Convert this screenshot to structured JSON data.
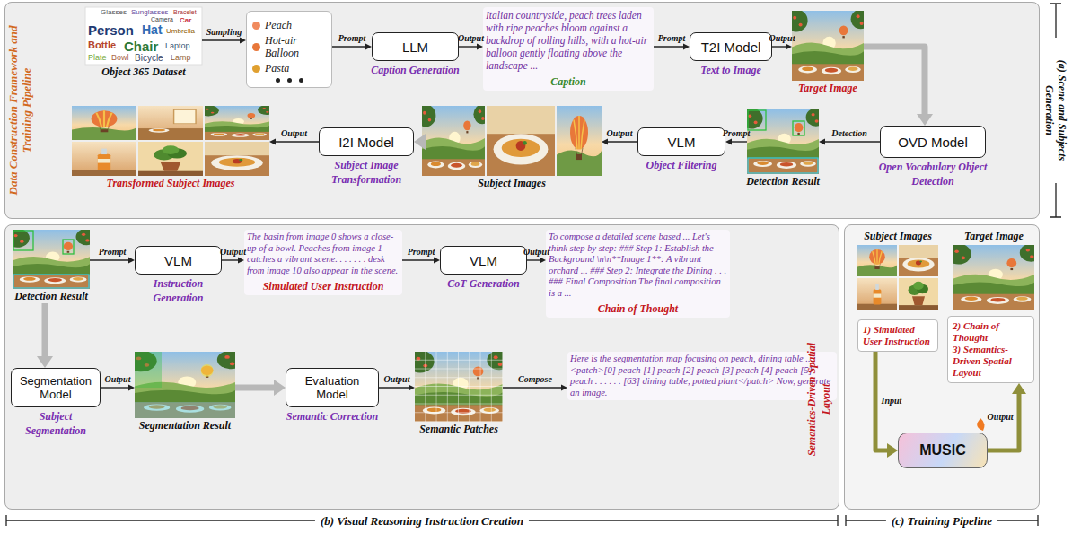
{
  "diagram": {
    "nodes": [
      {
        "text": [
          "(a) Scene and Subjects Generation"
        ]
      },
      {
        "text": [
          "Object 365 Dataset"
        ],
        "in": 0
      },
      {
        "text": [
          "Peach",
          "Hot-air Balloon",
          "Pasta"
        ],
        "in": 0
      },
      {
        "text": [
          "LLM",
          "Caption Generation"
        ],
        "in": 0
      },
      {
        "text": [
          "Italian countryside, peach trees laden with ripe peaches bloom against a backdrop of rolling hills, with a hot-air balloon gently floating above the landscape ...",
          "Caption"
        ],
        "in": 0
      },
      {
        "text": [
          "T2I Model",
          "Text to Image"
        ],
        "in": 0
      },
      {
        "text": [
          "Target Image"
        ],
        "in": 0
      },
      {
        "text": [
          "OVD Model",
          "Open Vocabulary Object Detection"
        ],
        "in": 0
      },
      {
        "text": [
          "Detection Result"
        ],
        "in": 0
      },
      {
        "text": [
          "VLM",
          "Object Filtering"
        ],
        "in": 0
      },
      {
        "text": [
          "Subject Images"
        ],
        "in": 0
      },
      {
        "text": [
          "I2I Model",
          "Subject Image Transformation"
        ],
        "in": 0
      },
      {
        "text": [
          "Transformed Subject Images"
        ],
        "in": 0
      },
      {
        "text": [
          "(b) Visual Reasoning Instruction Creation"
        ]
      },
      {
        "text": [
          "Detection Result"
        ],
        "in": 13
      },
      {
        "text": [
          "VLM",
          "Instruction Generation"
        ],
        "in": 13
      },
      {
        "text": [
          "The basin from image 0 shows a close-up of a bowl. Peaches from image 1 catches a vibrant scene. . . . . . . desk from image 10 also appear in the scene.",
          "Simulated User Instruction"
        ],
        "in": 13
      },
      {
        "text": [
          "VLM",
          "CoT Generation"
        ],
        "in": 13
      },
      {
        "text": [
          "To compose a detailed scene based ... Let's think step by step: ### Step 1: Establish the Background \\n\\n**Image 1**: A vibrant orchard ... ### Step 2: Integrate the Dining . . . ### Final Composition The final composition is a ...",
          "Chain of Thought"
        ],
        "in": 13
      },
      {
        "text": [
          "Segmentation Model",
          "Subject Segmentation"
        ],
        "in": 13
      },
      {
        "text": [
          "Segmentation Result"
        ],
        "in": 13
      },
      {
        "text": [
          "Evaluation Model",
          "Semantic Correction"
        ],
        "in": 13
      },
      {
        "text": [
          "Semantic Patches"
        ],
        "in": 13
      },
      {
        "text": [
          "Here is the segmentation map focusing on peach, dining table ...: <patch>[0] peach [1] peach [2] peach [3] peach [4] peach [5] peach . . . . . . [63] dining table, potted plant</patch> Now, generate an image.",
          "Semantics-Driven Spatial Layout"
        ],
        "in": 13
      },
      {
        "text": [
          "(c) Training Pipeline"
        ]
      },
      {
        "text": [
          "Subject Images"
        ],
        "in": 24
      },
      {
        "text": [
          "Target Image"
        ],
        "in": 24
      },
      {
        "text": [
          "1) Simulated User Instruction"
        ],
        "in": 24
      },
      {
        "text": [
          "2) Chain of Thought",
          "3) Semantics-Driven Spatial Layout"
        ],
        "in": 24
      },
      {
        "text": [
          "MUSIC"
        ],
        "in": 24
      }
    ],
    "edges": [
      {
        "from": 1,
        "to": 2,
        "label": "Sampling",
        "arrow": "to"
      },
      {
        "from": 2,
        "to": 3,
        "label": "Prompt",
        "arrow": "to"
      },
      {
        "from": 3,
        "to": 4,
        "label": "Output",
        "arrow": "to"
      },
      {
        "from": 4,
        "to": 5,
        "label": "Prompt",
        "arrow": "to"
      },
      {
        "from": 5,
        "to": 6,
        "label": "Output",
        "arrow": "to"
      },
      {
        "from": 6,
        "to": 7,
        "arrow": "to"
      },
      {
        "from": 7,
        "to": 8,
        "label": "Detection",
        "arrow": "to"
      },
      {
        "from": 8,
        "to": 9,
        "label": "Prompt",
        "arrow": "to"
      },
      {
        "from": 9,
        "to": 10,
        "label": "Output",
        "arrow": "to"
      },
      {
        "from": 10,
        "to": 11,
        "arrow": "to"
      },
      {
        "from": 11,
        "to": 12,
        "label": "Output",
        "arrow": "to"
      },
      {
        "from": 14,
        "to": 15,
        "label": "Prompt",
        "arrow": "to"
      },
      {
        "from": 15,
        "to": 16,
        "label": "Output",
        "arrow": "to"
      },
      {
        "from": 16,
        "to": 17,
        "label": "Prompt",
        "arrow": "to"
      },
      {
        "from": 17,
        "to": 18,
        "label": "Output",
        "arrow": "to"
      },
      {
        "from": 14,
        "to": 19,
        "arrow": "to"
      },
      {
        "from": 19,
        "to": 20,
        "label": "Output",
        "arrow": "to"
      },
      {
        "from": 20,
        "to": 21,
        "arrow": "to"
      },
      {
        "from": 21,
        "to": 22,
        "label": "Output",
        "arrow": "to"
      },
      {
        "from": 22,
        "to": 23,
        "label": "Compose",
        "arrow": "to"
      },
      {
        "from": 27,
        "to": 29,
        "label": "Input",
        "arrow": "to"
      },
      {
        "from": 29,
        "to": 28,
        "label": "Output",
        "arrow": "to"
      }
    ],
    "labels": [
      "Data Construction Framework and Training Pipeline",
      "Person",
      "Hat",
      "Umbrella",
      "Glasses",
      "Sunglasses",
      "Bracelet",
      "Camera",
      "Car",
      "Bottle",
      "Chair",
      "Laptop",
      "Plate",
      "Bowl",
      "Bicycle",
      "Lamp"
    ]
  }
}
